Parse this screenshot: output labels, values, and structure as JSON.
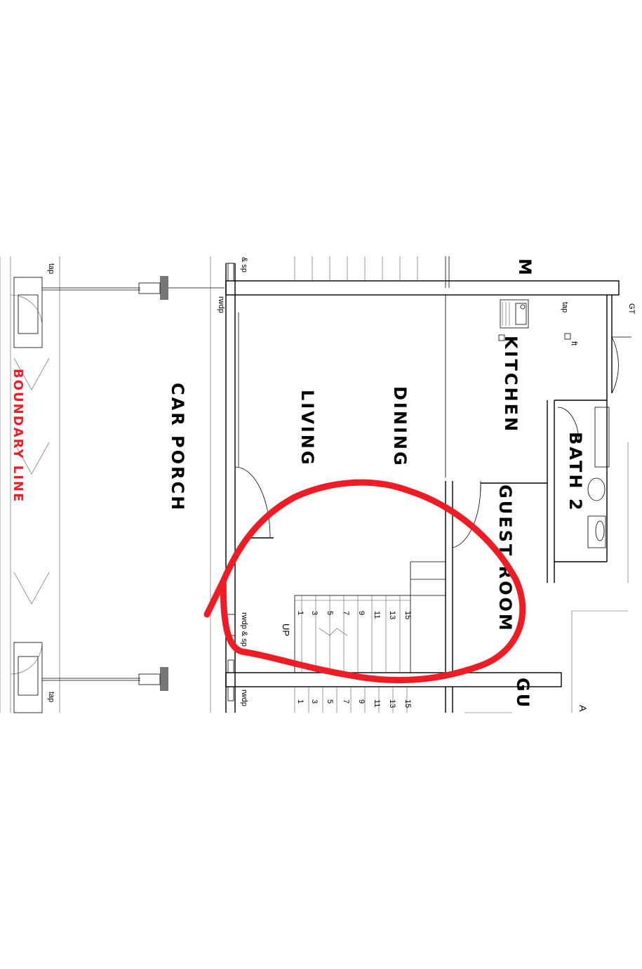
{
  "rooms": {
    "car_porch": "CAR PORCH",
    "living": "LIVING",
    "dining": "DINING",
    "kitchen": "KITCHEN",
    "guest_room": "GUEST ROOM",
    "guest_room_2": "GU",
    "bath_2": "BATH 2",
    "boundary_line": "BOUNDARY LINE",
    "top_partial": "M"
  },
  "annotations": {
    "tap": "tap",
    "ft": "ft",
    "rwdp": "rwdp",
    "rwdp_sp": "rwdp & sp",
    "sp": "& sp",
    "gt": "GT",
    "up": "UP",
    "a_partial": "A"
  },
  "stair": {
    "steps_left": [
      "1",
      "3",
      "5",
      "7",
      "9",
      "11",
      "13",
      "15"
    ]
  },
  "colors": {
    "boundary": "#ee1c25",
    "markup": "#ee1c25",
    "lines": "#000000"
  }
}
